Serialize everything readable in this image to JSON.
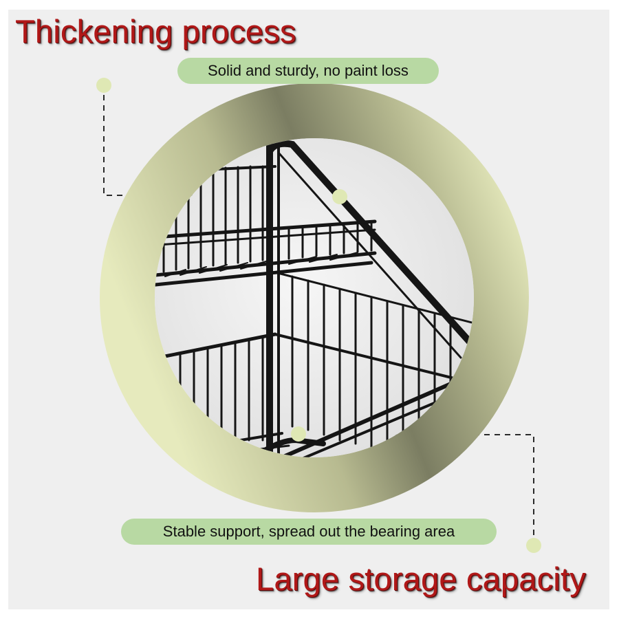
{
  "headings": {
    "top": "Thickening process",
    "bottom": "Large storage capacity"
  },
  "callouts": {
    "top": "Solid and sturdy, no paint loss",
    "bottom": "Stable support, spread out the bearing area"
  },
  "colors": {
    "heading_text": "#b01818",
    "callout_background": "#b8d9a3",
    "ring_light": "#e6eabd",
    "ring_dark": "#7b7d62",
    "marker_dot": "#dfe8b4",
    "wire": "#151515",
    "panel_background": "#efefef"
  },
  "illustration": {
    "subject": "black wire storage rack close-up",
    "icon": "wire-rack-icon"
  }
}
